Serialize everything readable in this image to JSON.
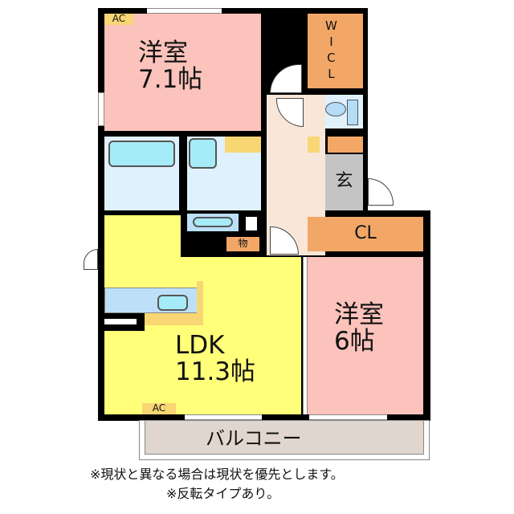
{
  "rooms": {
    "western1": {
      "name": "洋室",
      "size": "7.1帖"
    },
    "wic": {
      "letters": [
        "W",
        "I",
        "C",
        "L"
      ]
    },
    "entrance": "玄",
    "closet": "CL",
    "storage": "物",
    "ldk": {
      "name": "LDK",
      "size": "11.3帖"
    },
    "western2": {
      "name": "洋室",
      "size": "6帖"
    },
    "balcony": "バルコニー",
    "ac_top": "AC",
    "ac_bottom": "AC"
  },
  "notes": [
    "※現状と異なる場合は現状を優先とします。",
    "※反転タイプあり。"
  ],
  "colors": {
    "western": "#fbc3bb",
    "closet": "#f2a766",
    "ldk": "#ffff7a",
    "hall": "#f8e6d8",
    "entrance": "#c4c4c4",
    "wet": "#dff1fd",
    "balcony": "#e0d6ce"
  }
}
